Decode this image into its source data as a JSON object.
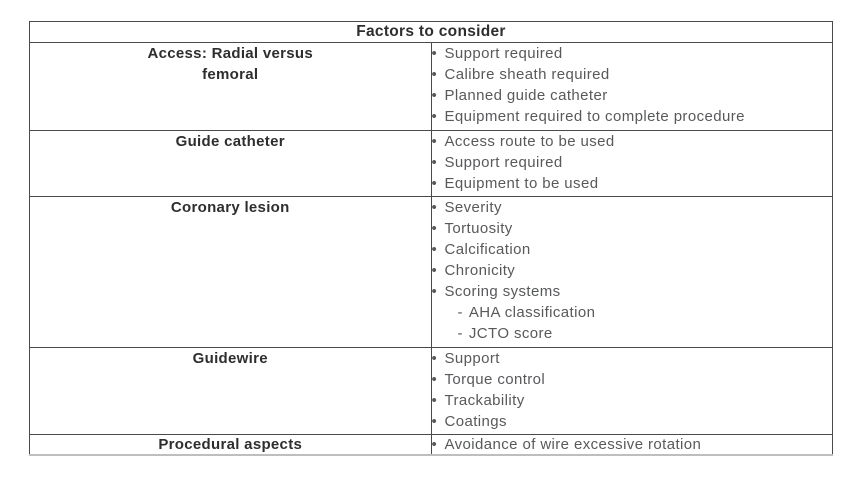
{
  "page": {
    "background_color": "#ffffff",
    "border_color": "#4a4a4c",
    "bottom_edge_color": "#bcbec0",
    "heading_text_color": "#2e2e30",
    "body_text_color": "#58595b"
  },
  "table": {
    "title": "Factors to consider",
    "bullet_char": "•",
    "dash_char": "-",
    "rows": [
      {
        "category": "Access: Radial versus femoral",
        "items": [
          {
            "level": 1,
            "text": "Support required"
          },
          {
            "level": 1,
            "text": "Calibre sheath required"
          },
          {
            "level": 1,
            "text": "Planned guide catheter"
          },
          {
            "level": 1,
            "text": "Equipment required to complete procedure"
          }
        ]
      },
      {
        "category": "Guide catheter",
        "items": [
          {
            "level": 1,
            "text": "Access route to be used"
          },
          {
            "level": 1,
            "text": "Support required"
          },
          {
            "level": 1,
            "text": "Equipment to be used"
          }
        ]
      },
      {
        "category": "Coronary lesion",
        "items": [
          {
            "level": 1,
            "text": "Severity"
          },
          {
            "level": 1,
            "text": "Tortuosity"
          },
          {
            "level": 1,
            "text": "Calcification"
          },
          {
            "level": 1,
            "text": "Chronicity"
          },
          {
            "level": 1,
            "text": "Scoring systems"
          },
          {
            "level": 2,
            "text": "AHA classification"
          },
          {
            "level": 2,
            "text": "JCTO score"
          }
        ]
      },
      {
        "category": "Guidewire",
        "items": [
          {
            "level": 1,
            "text": "Support"
          },
          {
            "level": 1,
            "text": "Torque control"
          },
          {
            "level": 1,
            "text": "Trackability"
          },
          {
            "level": 1,
            "text": "Coatings"
          }
        ]
      },
      {
        "category": "Procedural aspects",
        "items": [
          {
            "level": 1,
            "text": "Avoidance of wire excessive rotation"
          }
        ]
      }
    ]
  }
}
